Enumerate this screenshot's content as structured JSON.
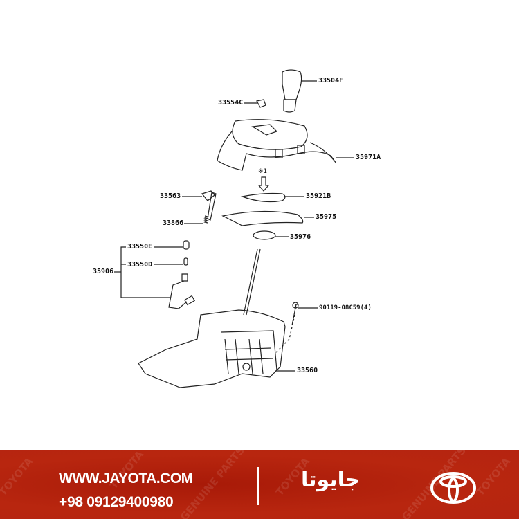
{
  "diagram": {
    "labels": {
      "p33504F": "33504F",
      "p33554C": "33554C",
      "p35971A": "35971A",
      "note1": "※1",
      "p33563": "33563",
      "p35921B": "35921B",
      "p33866": "33866",
      "p35975": "35975",
      "p35976": "35976",
      "p33550E": "33550E",
      "p33550D": "33550D",
      "p35906": "35906",
      "p90119": "90119-08C59(4)",
      "p33560": "33560"
    }
  },
  "footer": {
    "website": "WWW.JAYOTA.COM",
    "phone": "+98 09129400980",
    "brand_name": "جایوتا",
    "watermark": [
      "TOYOTA",
      "GENUINE PARTS"
    ],
    "background_color": "#b02210"
  }
}
